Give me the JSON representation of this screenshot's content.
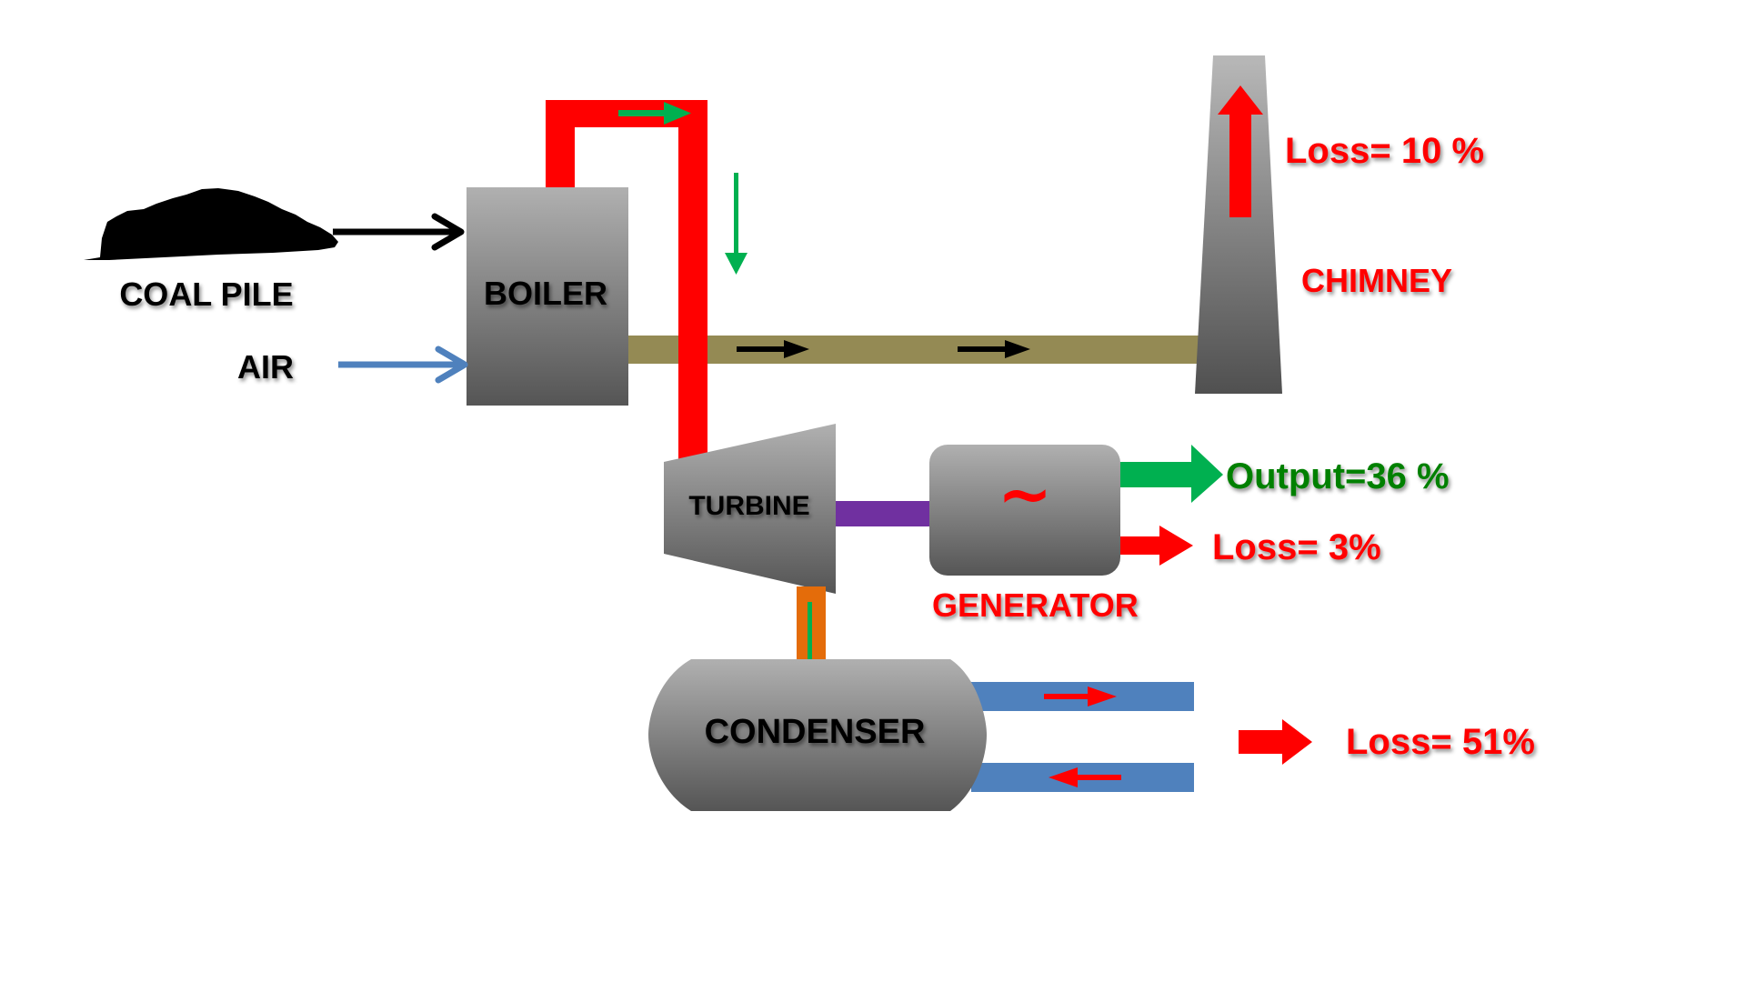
{
  "diagram": {
    "title": "Thermal power plant energy flow",
    "components": {
      "coal_pile": "COAL PILE",
      "air": "AIR",
      "boiler": "BOILER",
      "turbine": "TURBINE",
      "generator": "GENERATOR",
      "generator_symbol": "~",
      "condenser": "CONDENSER",
      "chimney": "CHIMNEY"
    },
    "energy_flows": {
      "chimney_loss": "Loss= 10 %",
      "generator_output": "Output=36 %",
      "generator_loss": "Loss= 3%",
      "condenser_loss": "Loss= 51%"
    },
    "values": {
      "chimney_loss_pct": 10,
      "output_pct": 36,
      "generator_loss_pct": 3,
      "condenser_loss_pct": 51
    },
    "colors": {
      "steam_pipe": "#ff0000",
      "flue_gas_duct": "#948a54",
      "shaft": "#7030a0",
      "exhaust_pipe": "#e46c0a",
      "cooling_water": "#4f81bd",
      "flow_arrow_green": "#00b050",
      "loss_text": "#ff0000",
      "output_text": "#008000",
      "air_arrow": "#4f81bd"
    }
  }
}
